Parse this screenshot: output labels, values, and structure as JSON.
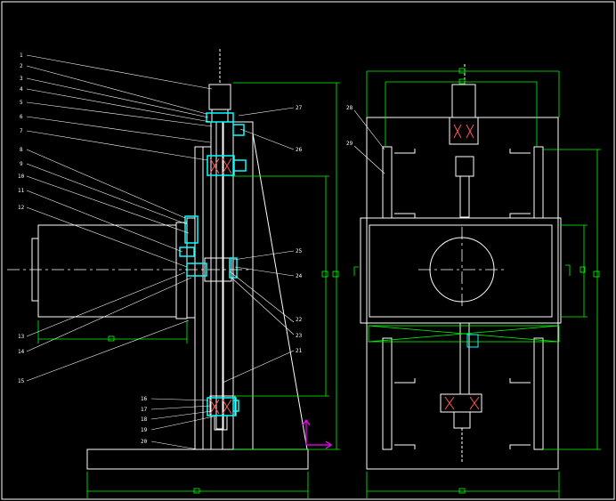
{
  "colors": {
    "background": "#000000",
    "outline": "#ffffff",
    "dimension": "#00ff00",
    "component": "#00ffff",
    "bearing": "#ff5555",
    "axis_marker": "#ff00ff"
  },
  "left_view": {
    "part_labels": [
      "1",
      "2",
      "3",
      "4",
      "5",
      "6",
      "7",
      "8",
      "9",
      "10",
      "11",
      "12",
      "13",
      "14",
      "15",
      "16",
      "17",
      "18",
      "19",
      "20",
      "21",
      "22",
      "23",
      "24",
      "25",
      "26",
      "27"
    ]
  },
  "right_view": {
    "part_labels": [
      "28",
      "29"
    ]
  }
}
